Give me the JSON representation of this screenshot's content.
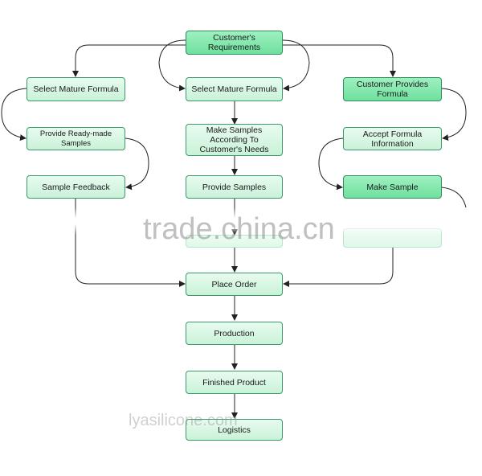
{
  "nodes": {
    "customer_requirements": "Customer's Requirements",
    "select_left": "Select Mature Formula",
    "select_mid": "Select Mature Formula",
    "customer_provides": "Customer Provides Formula",
    "ready_made": "Provide Ready-made Samples",
    "make_samples_needs": "Make Samples According To Customer's Needs",
    "accept_formula": "Accept Formula Information",
    "sample_feedback": "Sample Feedback",
    "provide_samples": "Provide Samples",
    "make_sample": "Make Sample",
    "place_order": "Place Order",
    "production": "Production",
    "finished_product": "Finished Product",
    "logistics": "Logistics"
  },
  "watermarks": {
    "main": "trade.china.cn",
    "secondary": "lyasilicone.com"
  },
  "colors": {
    "node_fill": "#c9f2d8",
    "node_fill_strong": "#6fe09e",
    "node_border": "#3a9a6a",
    "arrow": "#222222"
  }
}
